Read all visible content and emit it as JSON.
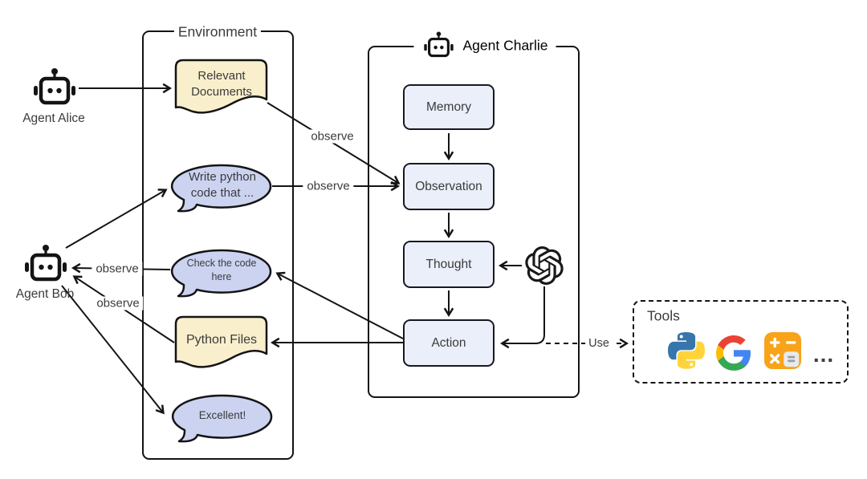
{
  "agents": {
    "alice": {
      "label": "Agent Alice",
      "icon": "robot-icon"
    },
    "bob": {
      "label": "Agent Bob",
      "icon": "robot-icon"
    },
    "charlie": {
      "title": "Agent Charlie",
      "icon": "robot-icon"
    }
  },
  "environment": {
    "title": "Environment",
    "items": {
      "relevant_documents": {
        "type": "document",
        "line1": "Relevant",
        "line2": "Documents"
      },
      "write_python": {
        "type": "speech-bubble",
        "line1": "Write python",
        "line2": "code that ..."
      },
      "check_code": {
        "type": "speech-bubble",
        "line1": "Check the code",
        "line2": "here"
      },
      "python_files": {
        "type": "document",
        "label": "Python Files"
      },
      "excellent": {
        "type": "speech-bubble",
        "label": "Excellent!"
      }
    }
  },
  "pipeline": {
    "memory": {
      "label": "Memory"
    },
    "observation": {
      "label": "Observation"
    },
    "thought": {
      "label": "Thought"
    },
    "action": {
      "label": "Action"
    },
    "llm_icon": "openai-logo"
  },
  "edge_labels": {
    "observe_docs": "observe",
    "observe_write": "observe",
    "observe_check": "observe",
    "observe_files": "observe",
    "use": "Use"
  },
  "tools": {
    "title": "Tools",
    "items": [
      {
        "icon": "python-logo"
      },
      {
        "icon": "google-logo"
      },
      {
        "icon": "calculator-icon"
      }
    ],
    "ellipsis": "..."
  },
  "colors": {
    "line": "#141414",
    "node_fill": "#EAEFFA",
    "doc_fill": "#F9EFCC",
    "bubble_fill": "#CBD3F1",
    "logo_black": "#191919",
    "python_blue": "#3776AB",
    "python_yellow": "#FFD43B",
    "google_blue": "#4285F4",
    "google_green": "#34A853",
    "google_yellow": "#FBBC05",
    "google_red": "#EA4335",
    "calculator_orange": "#F8A31A",
    "calculator_key": "#E8EAED",
    "calculator_equals": "#9AA0A6"
  }
}
